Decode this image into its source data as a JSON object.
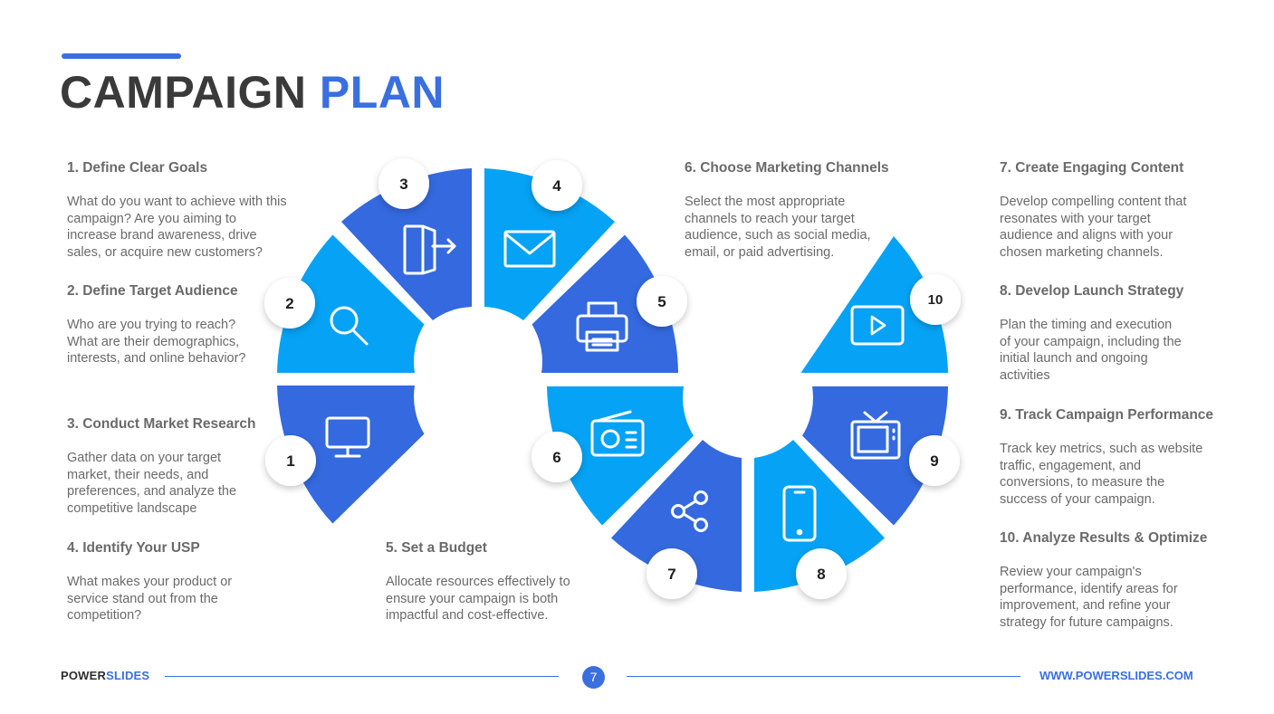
{
  "title": {
    "part1": "CAMPAIGN",
    "part2": "PLAN"
  },
  "steps": [
    {
      "heading": "1. Define Clear Goals",
      "body": "What do you want to achieve with this campaign? Are you aiming to increase brand awareness, drive sales, or acquire new customers?"
    },
    {
      "heading": "2. Define Target Audience",
      "body": "Who are you trying to reach? What are their demographics, interests, and online behavior?"
    },
    {
      "heading": "3. Conduct Market Research",
      "body": "Gather data on your target market, their needs, and preferences, and analyze the competitive landscape"
    },
    {
      "heading": "4. Identify Your USP",
      "body": "What makes your product or service stand out from the competition?"
    },
    {
      "heading": "5. Set a Budget",
      "body": "Allocate resources effectively to ensure your campaign is both impactful and cost-effective."
    },
    {
      "heading": "6. Choose Marketing Channels",
      "body": "Select the most appropriate channels to reach your target audience, such as social media, email, or paid advertising."
    },
    {
      "heading": "7. Create Engaging Content",
      "body": "Develop compelling content that resonates with your target audience and aligns with your chosen marketing channels."
    },
    {
      "heading": "8. Develop Launch Strategy",
      "body": "Plan the timing and execution of your campaign, including the initial launch and ongoing activities"
    },
    {
      "heading": "9. Track Campaign Performance",
      "body": "Track key metrics, such as website traffic, engagement, and conversions, to measure the success of your campaign."
    },
    {
      "heading": "10. Analyze Results & Optimize",
      "body": "Review your campaign's performance, identify areas for improvement, and refine your strategy for future campaigns."
    }
  ],
  "segments": [
    {
      "number": "1",
      "icon": "monitor-icon",
      "tone": "dark"
    },
    {
      "number": "2",
      "icon": "search-icon",
      "tone": "light"
    },
    {
      "number": "3",
      "icon": "exit-door-icon",
      "tone": "dark"
    },
    {
      "number": "4",
      "icon": "envelope-icon",
      "tone": "light"
    },
    {
      "number": "5",
      "icon": "printer-icon",
      "tone": "dark"
    },
    {
      "number": "6",
      "icon": "radio-icon",
      "tone": "light"
    },
    {
      "number": "7",
      "icon": "share-icon",
      "tone": "dark"
    },
    {
      "number": "8",
      "icon": "smartphone-icon",
      "tone": "light"
    },
    {
      "number": "9",
      "icon": "tv-icon",
      "tone": "dark"
    },
    {
      "number": "10",
      "icon": "video-play-icon",
      "tone": "light"
    }
  ],
  "colors": {
    "dark": "#3469df",
    "light": "#05a2f5",
    "accent": "#3a6fe0"
  },
  "footer": {
    "brand_part1": "POWER",
    "brand_part2": "SLIDES",
    "page": "7",
    "url": "WWW.POWERSLIDES.COM"
  }
}
